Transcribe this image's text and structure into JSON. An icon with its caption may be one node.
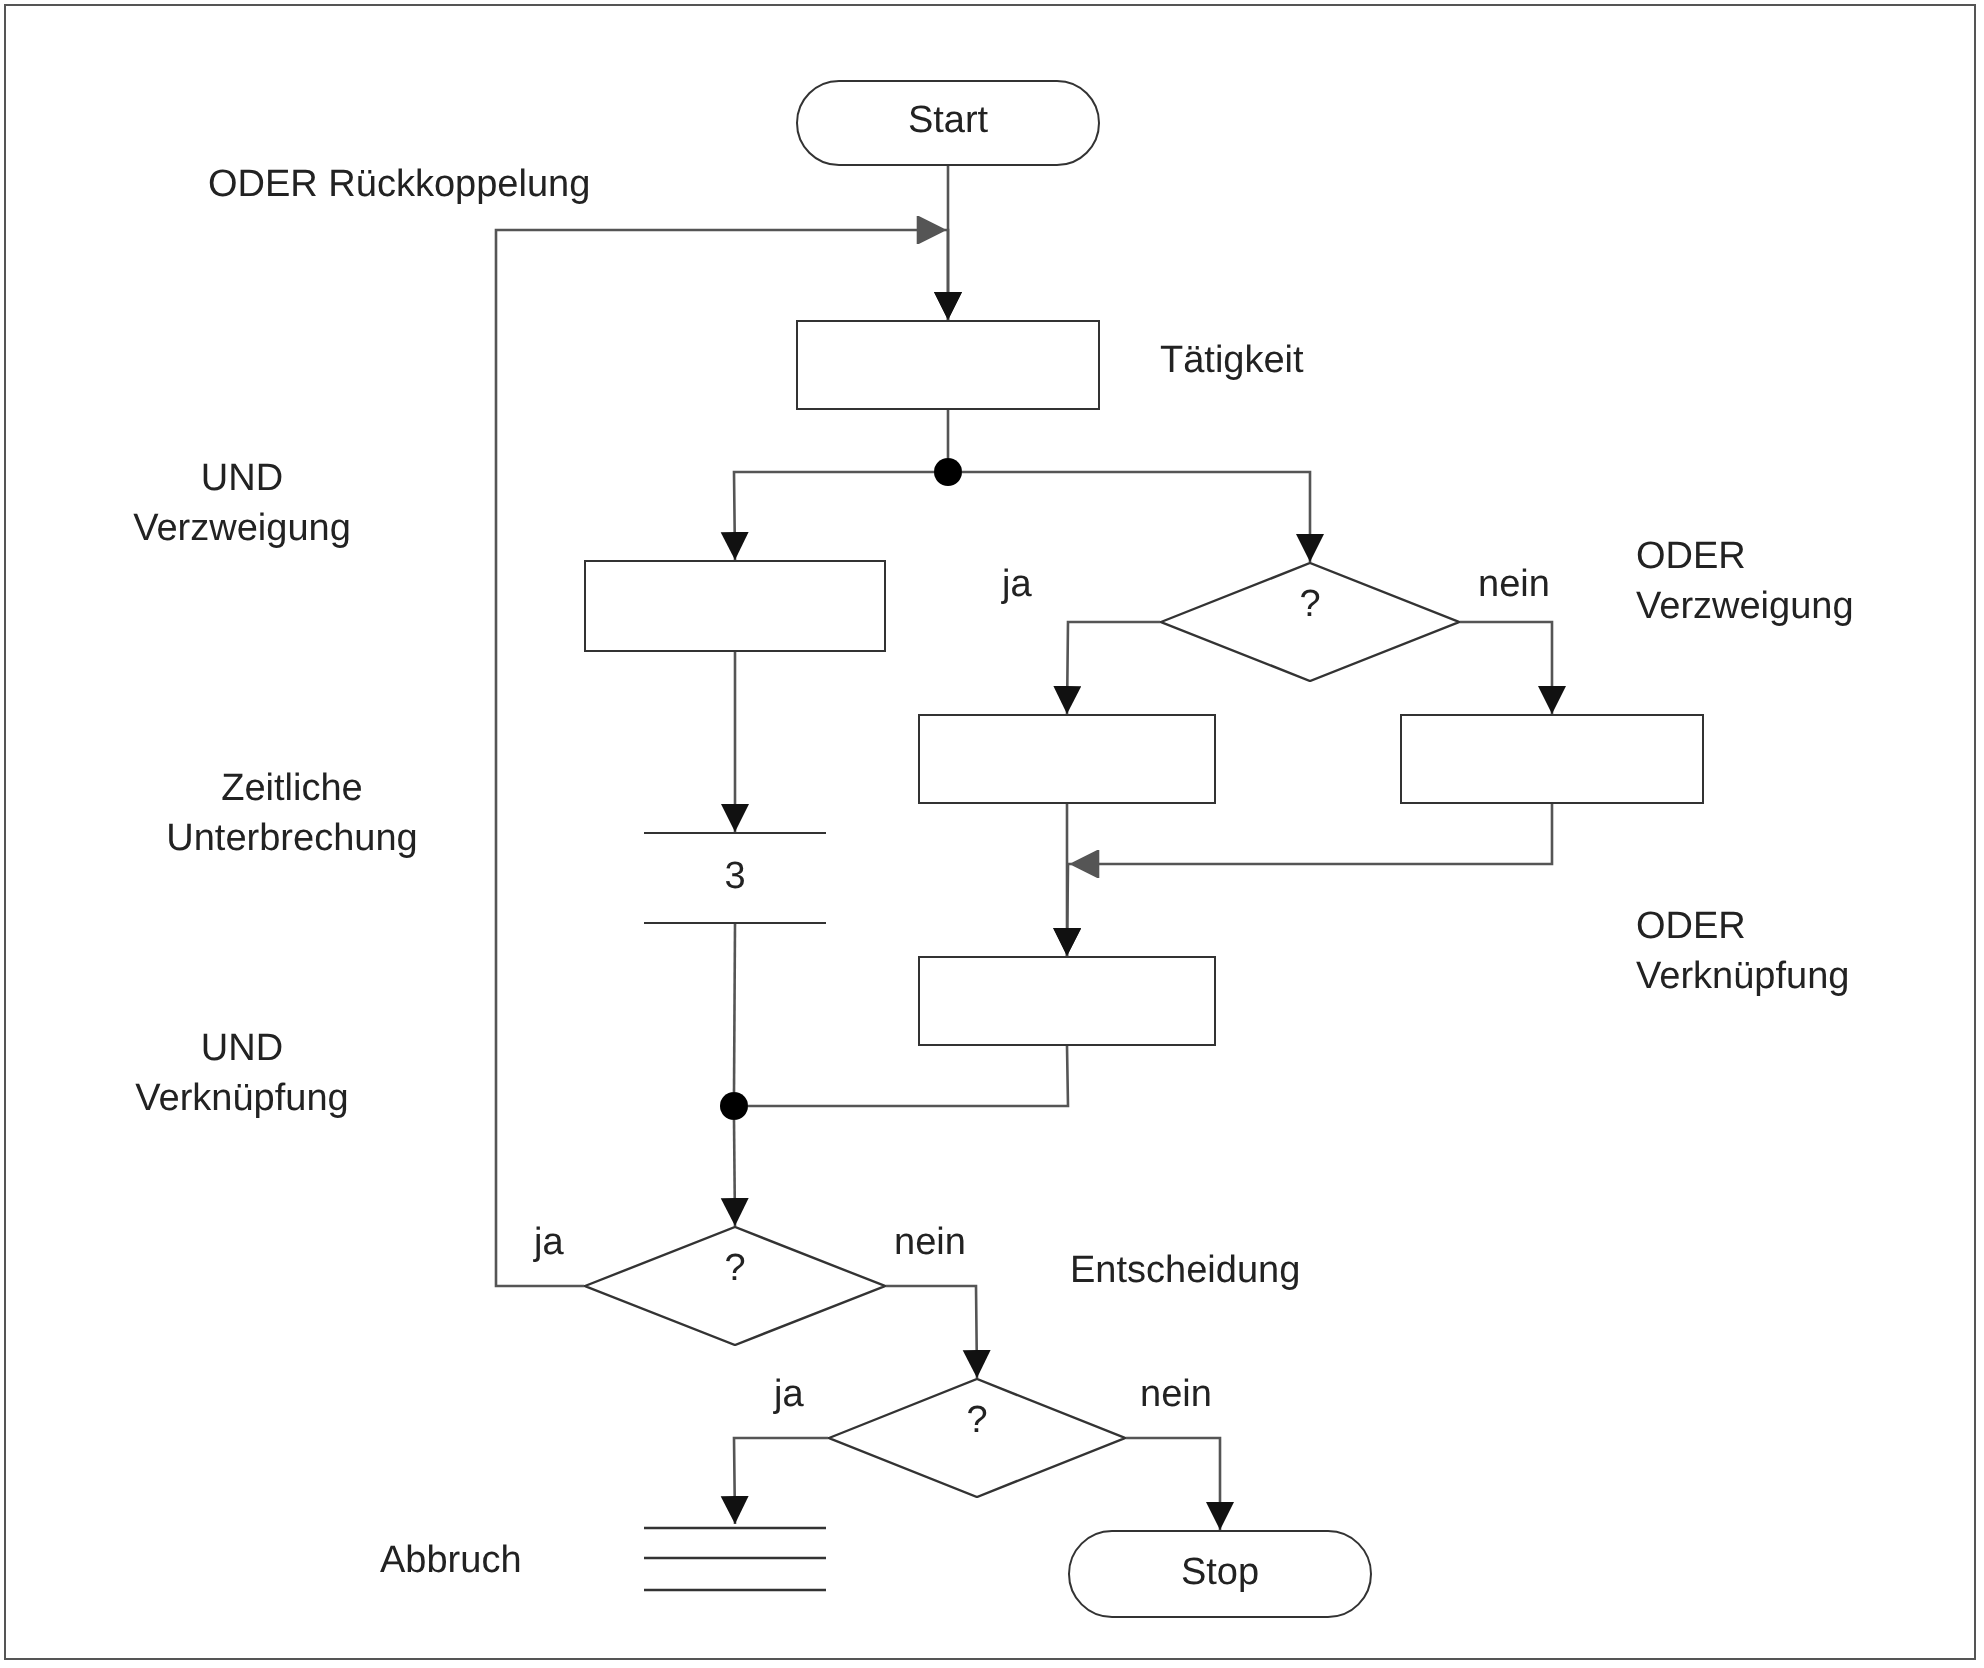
{
  "diagram": {
    "nodes": [
      {
        "text": [
          "Start"
        ]
      },
      {
        "text": [],
        "shape": "box"
      },
      {
        "text": [],
        "shape": "circle"
      },
      {
        "text": [],
        "shape": "box"
      },
      {
        "text": [
          "?"
        ]
      },
      {
        "text": [],
        "shape": "box"
      },
      {
        "text": [],
        "shape": "box"
      },
      {
        "text": [
          "3"
        ]
      },
      {
        "text": [],
        "shape": "box"
      },
      {
        "text": [],
        "shape": "circle"
      },
      {
        "text": [
          "?"
        ]
      },
      {
        "text": [
          "?"
        ]
      },
      {
        "text": [],
        "shape": "bar"
      },
      {
        "text": [
          "Stop"
        ]
      }
    ],
    "edges": [
      {
        "from": 0,
        "to": 1,
        "arrow": "to"
      },
      {
        "from": 1,
        "to": 2,
        "arrow": "none"
      },
      {
        "from": 2,
        "to": 3,
        "arrow": "to"
      },
      {
        "from": 2,
        "to": 4,
        "arrow": "to"
      },
      {
        "from": 4,
        "to": 5,
        "arrow": "to",
        "label": "ja"
      },
      {
        "from": 4,
        "to": 6,
        "arrow": "to",
        "label": "nein"
      },
      {
        "from": 3,
        "to": 7,
        "arrow": "to"
      },
      {
        "from": 5,
        "to": 8,
        "arrow": "to"
      },
      {
        "from": 6,
        "to": 8,
        "arrow": "to"
      },
      {
        "from": 7,
        "to": 9,
        "arrow": "none"
      },
      {
        "from": 8,
        "to": 9,
        "arrow": "none"
      },
      {
        "from": 9,
        "to": 10,
        "arrow": "to"
      },
      {
        "from": 10,
        "to": 1,
        "arrow": "to",
        "label": "ja"
      },
      {
        "from": 10,
        "to": 11,
        "arrow": "to",
        "label": "nein"
      },
      {
        "from": 11,
        "to": 12,
        "arrow": "to",
        "label": "ja"
      },
      {
        "from": 11,
        "to": 13,
        "arrow": "to",
        "label": "nein"
      }
    ],
    "labels": [
      "ODER Rückkoppelung",
      "Tätigkeit",
      "UND Verzweigung",
      "ODER Verzweigung",
      "Zeitliche Unterbrechung",
      "ODER Verknüpfung",
      "UND Verknüpfung",
      "Entscheidung",
      "Abbruch"
    ]
  }
}
